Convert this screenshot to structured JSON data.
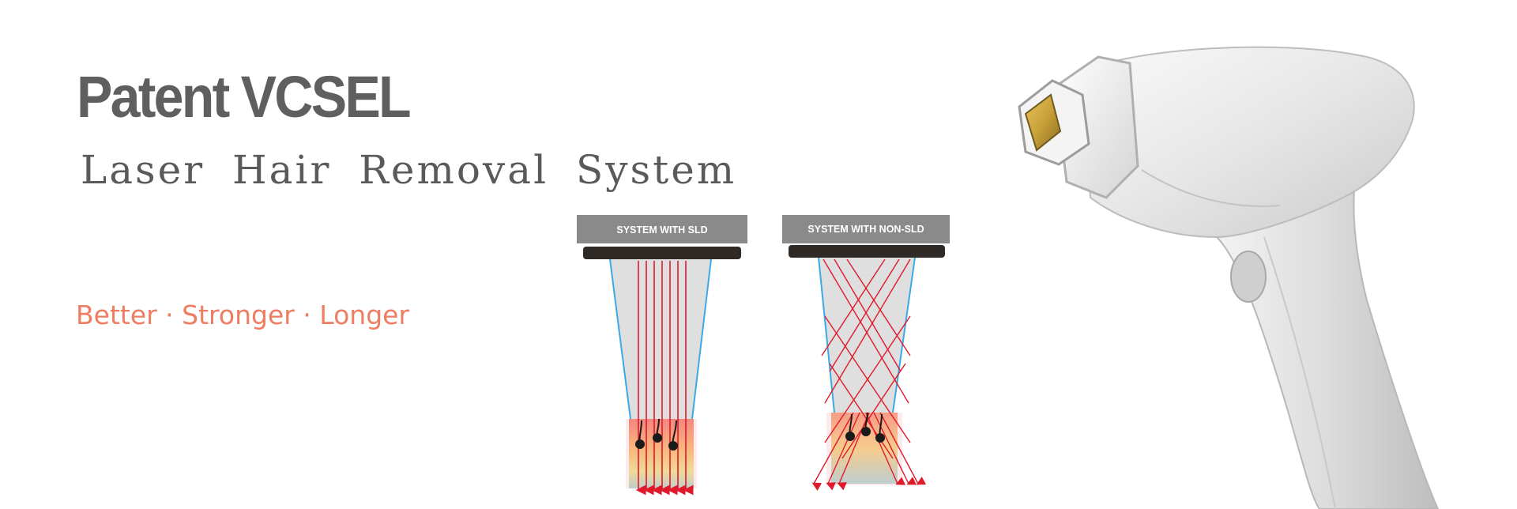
{
  "hero": {
    "headline": "Patent VCSEL",
    "subtitle": "Laser Hair Removal System",
    "tagline": "Better · Stronger · Longer"
  },
  "diagram": {
    "left_panel_label": "SYSTEM WITH SLD",
    "right_panel_label": "SYSTEM WITH NON-SLD"
  },
  "colors": {
    "headline": "#5f5f5f",
    "tagline": "#ee7d62",
    "label_bar": "#8a8a8a",
    "beam": "#e0192b",
    "cone_edge": "#3ca9e6"
  }
}
